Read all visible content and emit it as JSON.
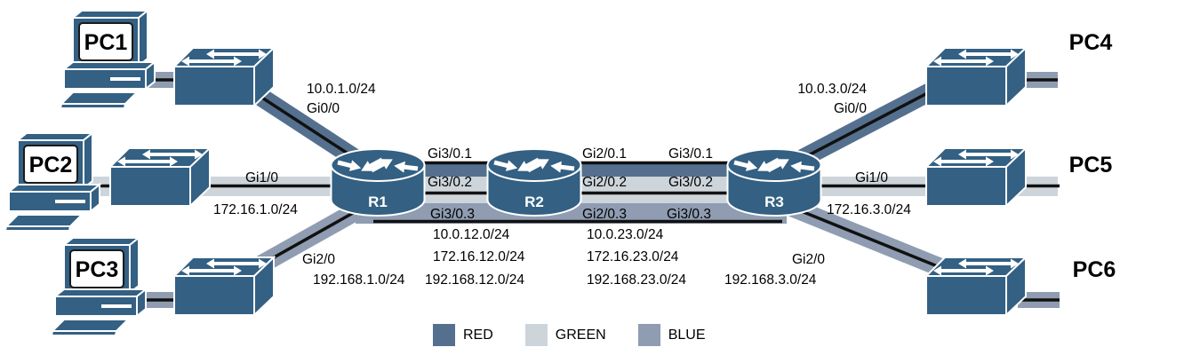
{
  "colors": {
    "device": "#336083",
    "red": "#54708E",
    "green": "#CDD5DB",
    "blue": "#8F9CB1",
    "wire": "#111111"
  },
  "devices": {
    "pc1": {
      "label": "PC1"
    },
    "pc2": {
      "label": "PC2"
    },
    "pc3": {
      "label": "PC3"
    },
    "pc4": {
      "label": "PC4"
    },
    "pc5": {
      "label": "PC5"
    },
    "pc6": {
      "label": "PC6"
    },
    "r1": {
      "label": "R1"
    },
    "r2": {
      "label": "R2"
    },
    "r3": {
      "label": "R3"
    }
  },
  "links": {
    "pc1_r1": {
      "subnet": "10.0.1.0/24",
      "iface": "Gi0/0"
    },
    "pc2_r1": {
      "iface": "Gi1/0",
      "subnet": "172.16.1.0/24"
    },
    "pc3_r1": {
      "iface": "Gi2/0",
      "subnet": "192.168.1.0/24"
    },
    "pc4_r3": {
      "subnet": "10.0.3.0/24",
      "iface": "Gi0/0"
    },
    "pc5_r3": {
      "iface": "Gi1/0",
      "subnet": "172.16.3.0/24"
    },
    "pc6_r3": {
      "iface": "Gi2/0",
      "subnet": "192.168.3.0/24"
    },
    "r1_r2": {
      "ifaces": [
        "Gi3/0.1",
        "Gi3/0.2",
        "Gi3/0.3"
      ],
      "subnets": [
        "10.0.12.0/24",
        "172.16.12.0/24",
        "192.168.12.0/24"
      ]
    },
    "r2_r3": {
      "ifaces_r2": [
        "Gi2/0.1",
        "Gi2/0.2",
        "Gi2/0.3"
      ],
      "ifaces_r3": [
        "Gi3/0.1",
        "Gi3/0.2",
        "Gi3/0.3"
      ],
      "subnets": [
        "10.0.23.0/24",
        "172.16.23.0/24",
        "192.168.23.0/24"
      ]
    }
  },
  "legend": {
    "items": [
      {
        "label": "RED",
        "color": "#54708E"
      },
      {
        "label": "GREEN",
        "color": "#CDD5DB"
      },
      {
        "label": "BLUE",
        "color": "#8F9CB1"
      }
    ]
  }
}
